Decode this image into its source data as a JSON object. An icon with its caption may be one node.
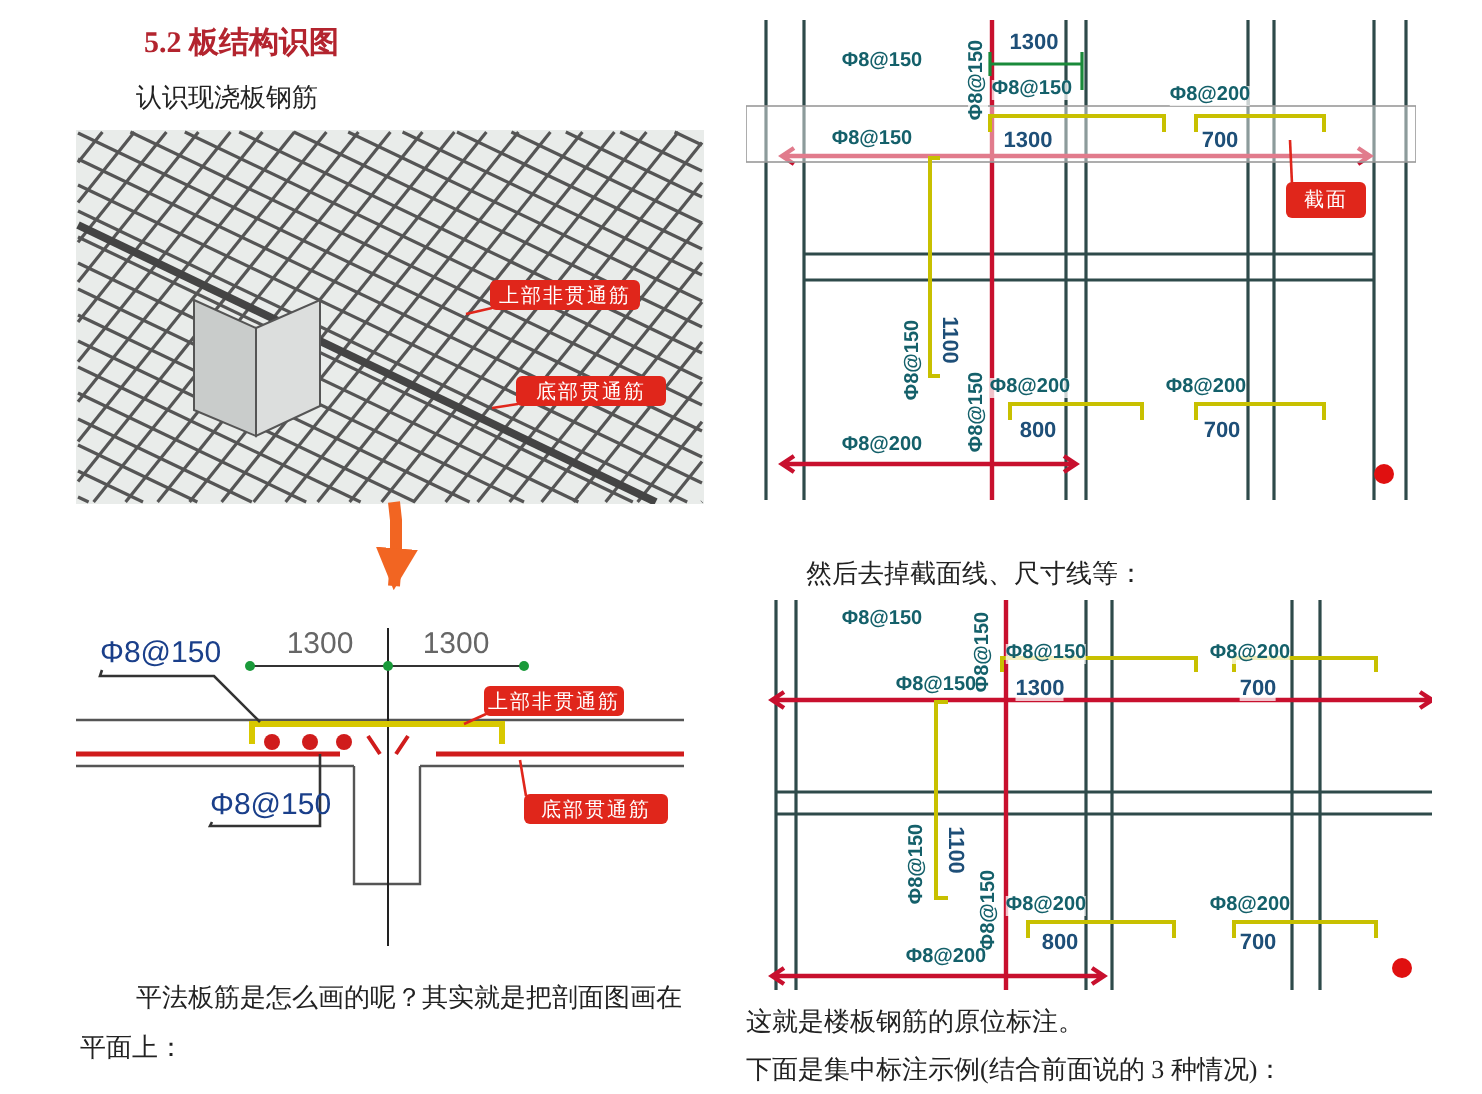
{
  "diagram": {
    "title": "5.2 板结构识图",
    "nodes": [
      {
        "text": [],
        "shape": "picture"
      },
      {
        "text": [
          "上部非贯通筋"
        ],
        "in": 0
      },
      {
        "text": [
          "底部贯通筋"
        ],
        "in": 0
      },
      {
        "text": [],
        "shape": "picture"
      },
      {
        "text": [
          "Φ8@150"
        ],
        "in": 3
      },
      {
        "text": [
          "Φ8@150"
        ],
        "in": 3
      },
      {
        "text": [
          "上部非贯通筋"
        ],
        "in": 3
      },
      {
        "text": [
          "底部贯通筋"
        ],
        "in": 3
      },
      {
        "text": [],
        "shape": "picture"
      },
      {
        "text": [
          "截面"
        ],
        "in": 8
      },
      {
        "text": [],
        "shape": "picture"
      }
    ],
    "edges": [
      {
        "from": 0,
        "to": 3,
        "arrow": "to",
        "style": "thick",
        "color": "#f26522"
      },
      {
        "from": 1,
        "to": null,
        "arrow": "none"
      },
      {
        "from": 2,
        "to": null,
        "arrow": "none"
      },
      {
        "from": 4,
        "to": null,
        "arrow": "none",
        "color": "#333333"
      },
      {
        "from": 5,
        "to": null,
        "arrow": "none",
        "color": "#333333"
      },
      {
        "from": 6,
        "to": null,
        "arrow": "none"
      },
      {
        "from": 7,
        "to": null,
        "arrow": "none"
      },
      {
        "from": 9,
        "to": null,
        "arrow": "none"
      }
    ],
    "labels": [
      "认识现浇板钢筋",
      "1300",
      "Φ8@150",
      "Φ8@150",
      "Φ8@150",
      "Φ8@200",
      "Φ8@150",
      "1300",
      "700",
      "Φ8@150",
      "1100",
      "Φ8@150",
      "Φ8@200",
      "Φ8@200",
      "800",
      "700",
      "Φ8@200",
      "1300",
      "1300",
      "然后去掉截面线、尺寸线等：",
      "Φ8@150",
      "Φ8@150",
      "Φ8@150",
      "Φ8@200",
      "Φ8@150",
      "1300",
      "700",
      "Φ8@150",
      "1100",
      "Φ8@150",
      "Φ8@200",
      "Φ8@200",
      "800",
      "700",
      "Φ8@200",
      "平法板筋是怎么画的呢？其实就是把剖面图画在平面上：",
      "这就是楼板钢筋的原位标注。",
      "下面是集中标注示例(结合前面说的 3 种情况)："
    ]
  }
}
